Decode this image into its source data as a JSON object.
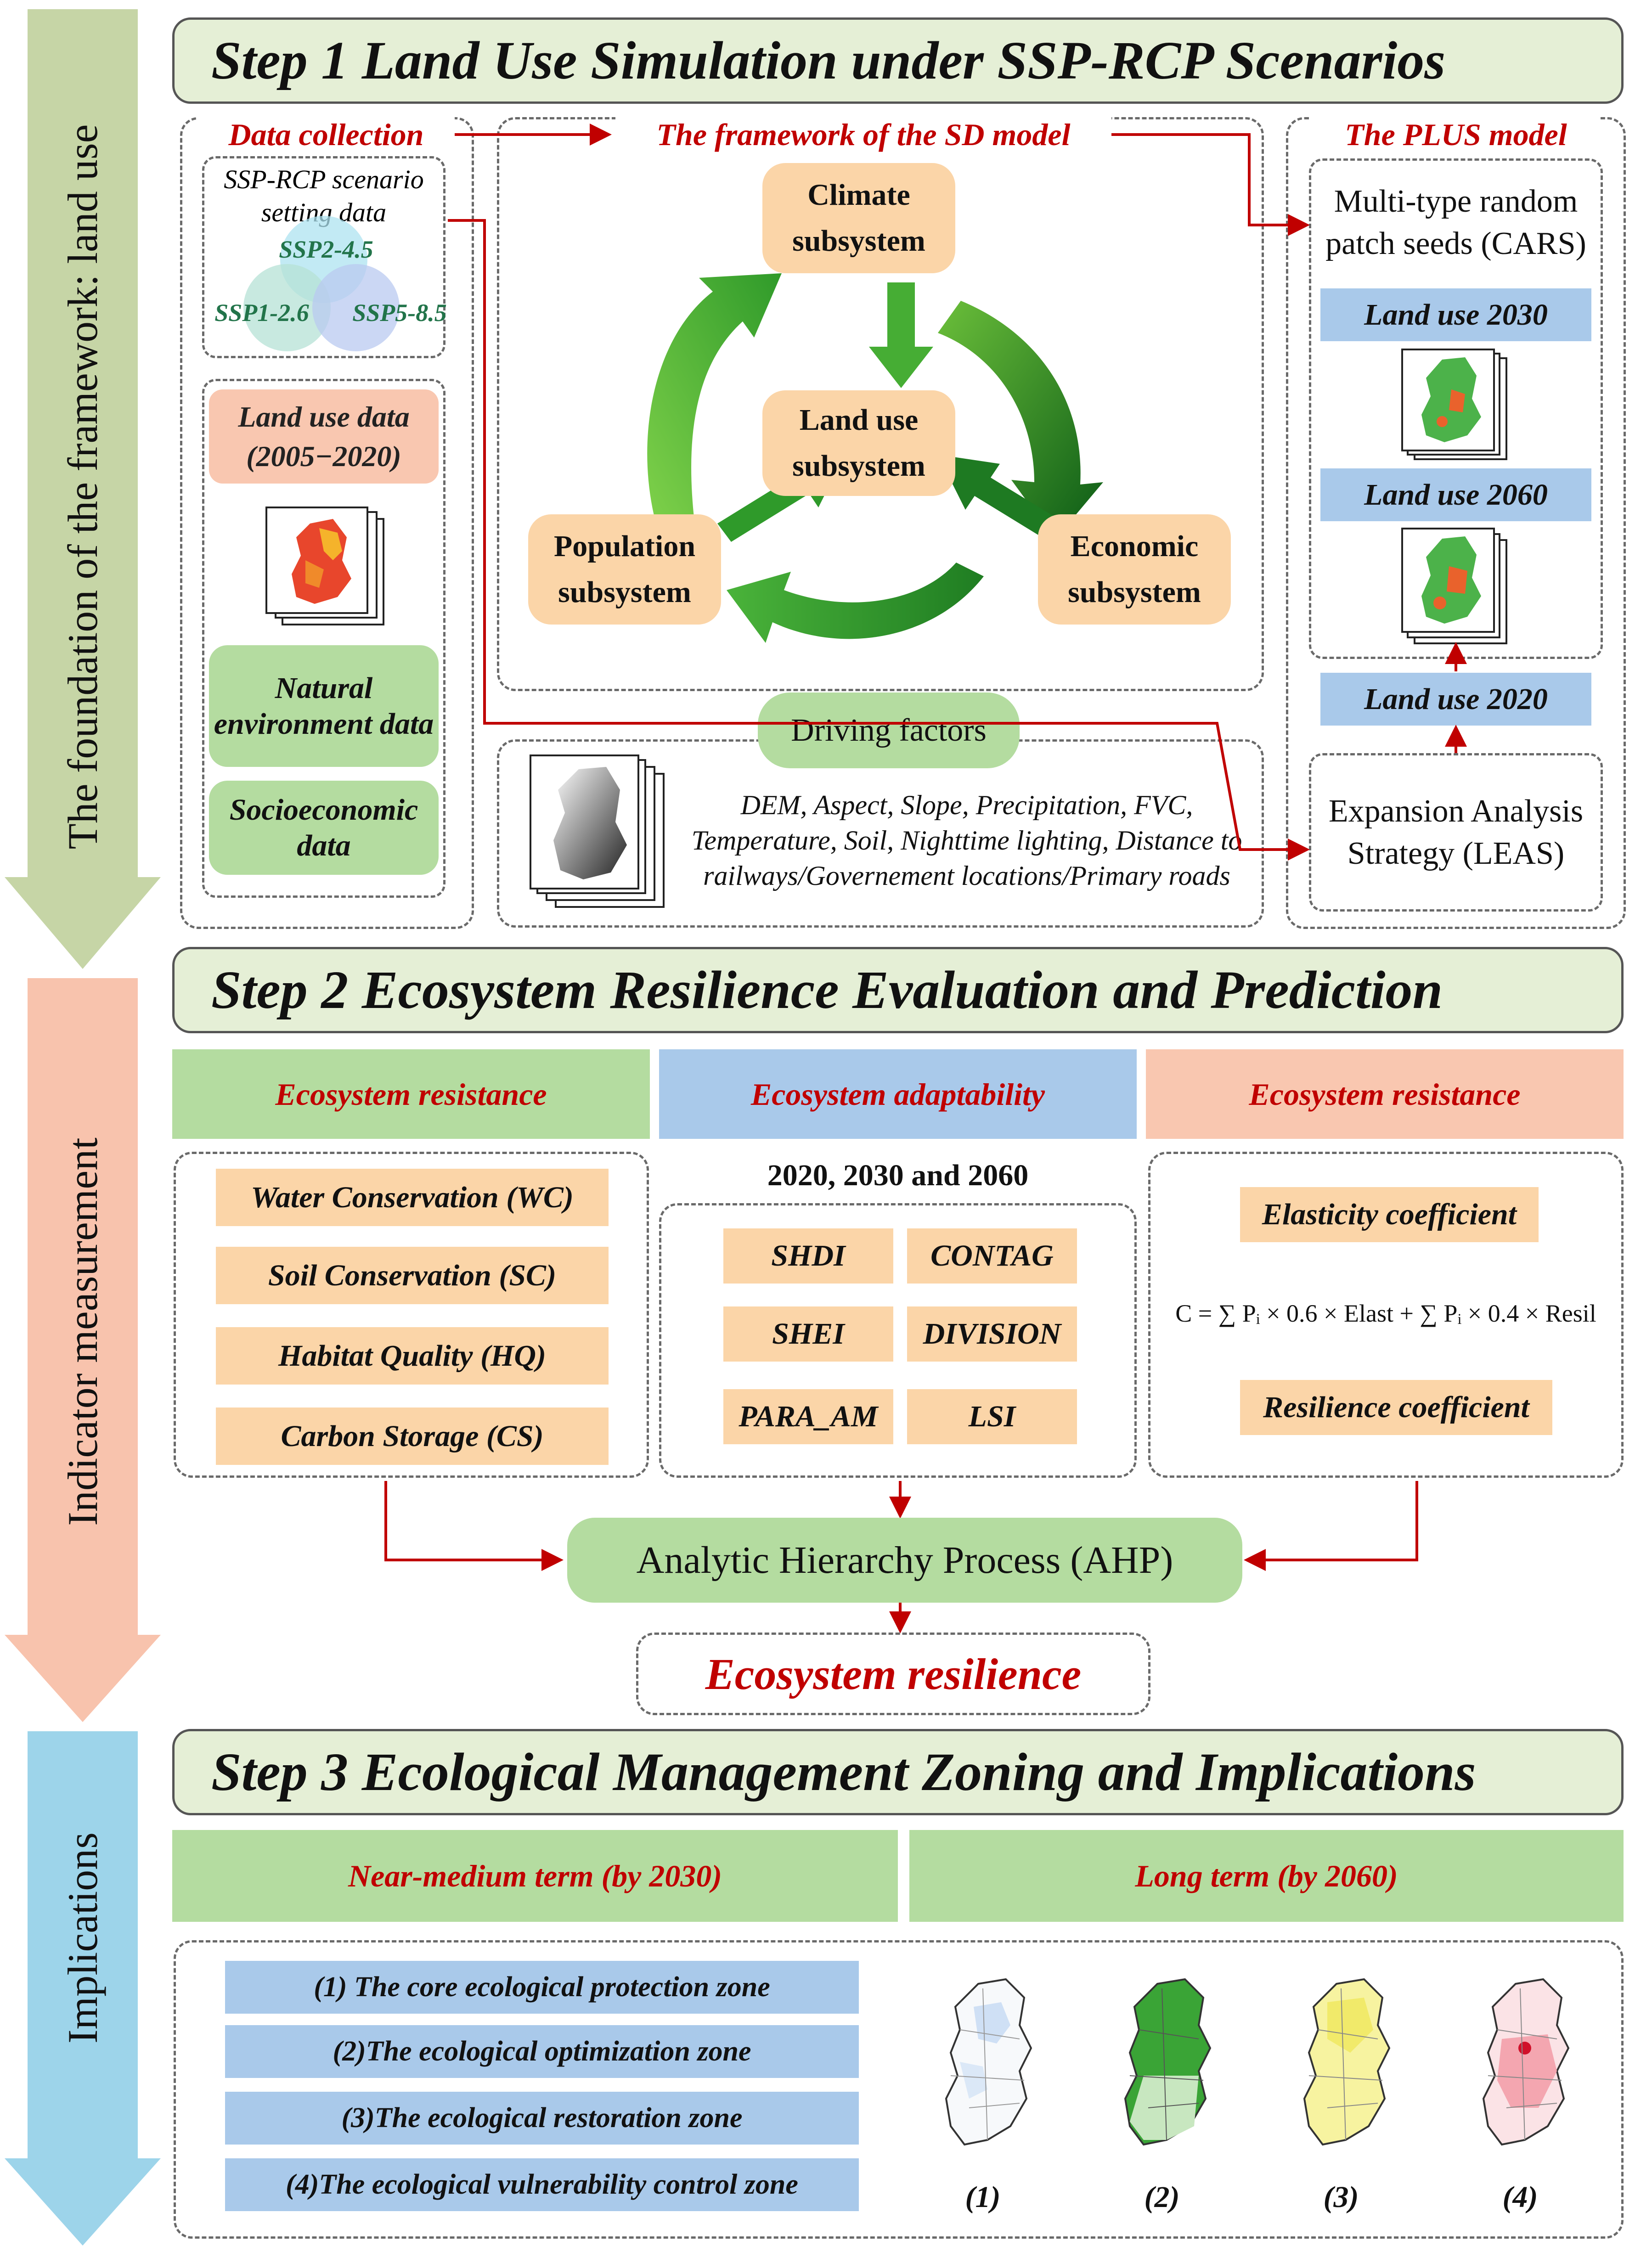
{
  "side_labels": {
    "land_use": "The foundation of the framework:  land use",
    "indicator": "Indicator measurement",
    "implications": "Implications"
  },
  "step1": {
    "title": "Step 1   Land Use Simulation under SSP-RCP Scenarios",
    "data_collection": {
      "heading": "Data collection",
      "ssp_title": "SSP-RCP scenario setting data",
      "ssp_a": "SSP2-4.5",
      "ssp_b": "SSP1-2.6",
      "ssp_c": "SSP5-8.5",
      "land_use_data": "Land use data (2005−2020)",
      "natural": "Natural environment data",
      "socio": "Socioeconomic data"
    },
    "sd_model": {
      "heading": "The framework of the SD model",
      "climate": "Climate subsystem",
      "land_use": "Land use subsystem",
      "population": "Population subsystem",
      "economic": "Economic subsystem"
    },
    "driving": {
      "label": "Driving factors",
      "text": "DEM, Aspect, Slope, Precipitation, FVC, Temperature, Soil, Nighttime lighting, Distance to railways/Governement locations/Primary roads"
    },
    "plus": {
      "heading": "The PLUS model",
      "cars": "Multi-type random patch seeds (CARS)",
      "lu2030": "Land use 2030",
      "lu2060": "Land use 2060",
      "lu2020": "Land use 2020",
      "leas": "Expansion Analysis Strategy (LEAS)"
    }
  },
  "step2": {
    "title": "Step 2   Ecosystem Resilience Evaluation and Prediction",
    "col1_head": "Ecosystem resistance",
    "col2_head": "Ecosystem adaptability",
    "col3_head": "Ecosystem resistance",
    "years": "2020, 2030 and 2060",
    "wc": "Water Conservation (WC)",
    "sc": "Soil Conservation (SC)",
    "hq": "Habitat Quality (HQ)",
    "cs": "Carbon Storage (CS)",
    "shdi": "SHDI",
    "contag": "CONTAG",
    "shei": "SHEI",
    "division": "DIVISION",
    "para_am": "PARA_AM",
    "lsi": "LSI",
    "elasticity": "Elasticity coefficient",
    "formula": "C = ∑ Pᵢ × 0.6 × Elast + ∑ Pᵢ × 0.4 × Resil",
    "resilience_coef": "Resilience coefficient",
    "ahp": "Analytic Hierarchy Process (AHP)",
    "ecosystem_resilience": "Ecosystem resilience"
  },
  "step3": {
    "title": "Step 3   Ecological Management Zoning and Implications",
    "near": "Near-medium term (by 2030)",
    "long": "Long term (by 2060)",
    "zone1": "(1) The core ecological protection zone",
    "zone2": "(2)The ecological optimization zone",
    "zone3": "(3)The ecological restoration zone",
    "zone4": "(4)The ecological vulnerability control zone",
    "map1": "(1)",
    "map2": "(2)",
    "map3": "(3)",
    "map4": "(4)"
  },
  "colors": {
    "red": "#c00000",
    "green_arrow": "#3f9a2a",
    "orange": "#fbd5a8",
    "green": "#b4dca0",
    "blue": "#a9c9ea"
  }
}
